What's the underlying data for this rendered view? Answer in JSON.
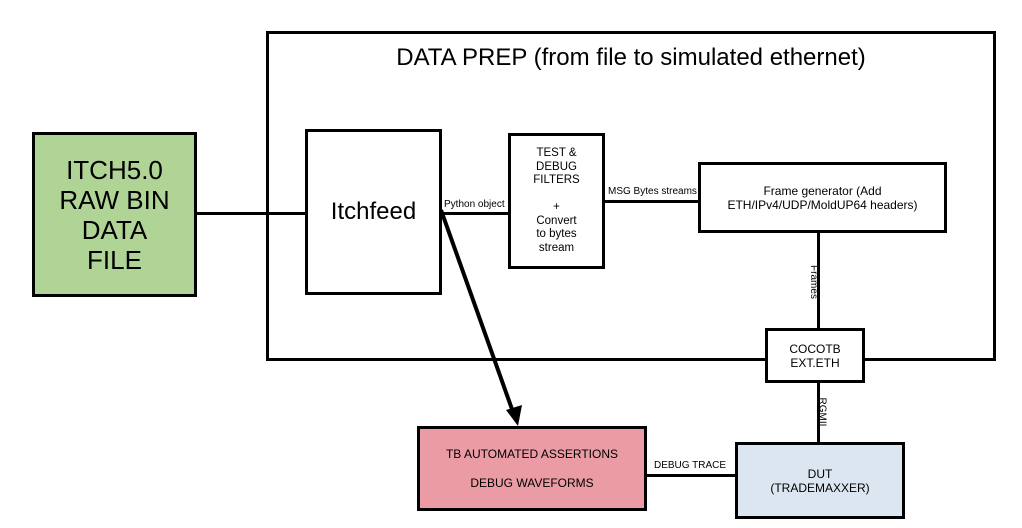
{
  "diagram": {
    "container_title": "DATA PREP (from file to simulated ethernet)",
    "nodes": {
      "source_file": {
        "text": "ITCH5.0\nRAW BIN\nDATA\nFILE",
        "fill": "#b0d496"
      },
      "itchfeed": {
        "text": "Itchfeed"
      },
      "filters": {
        "text": "TEST &\nDEBUG\nFILTERS\n\n+\nConvert\nto bytes\nstream"
      },
      "frame_generator": {
        "text": "Frame generator (Add\nETH/IPv4/UDP/MoldUP64 headers)"
      },
      "cocotb_eth": {
        "text": "COCOTB\nEXT.ETH"
      },
      "assertions": {
        "line1": "TB AUTOMATED ASSERTIONS",
        "line2": "DEBUG WAVEFORMS",
        "fill": "#ea9ba3"
      },
      "dut": {
        "text": "DUT\n(TRADEMAXXER)",
        "fill": "#dce6f0"
      }
    },
    "edges": {
      "python_object": "Python object",
      "msg_bytes": "MSG Bytes streams",
      "frames": "Frames",
      "rgmii": "RGMII",
      "debug_trace": "DEBUG TRACE"
    }
  }
}
